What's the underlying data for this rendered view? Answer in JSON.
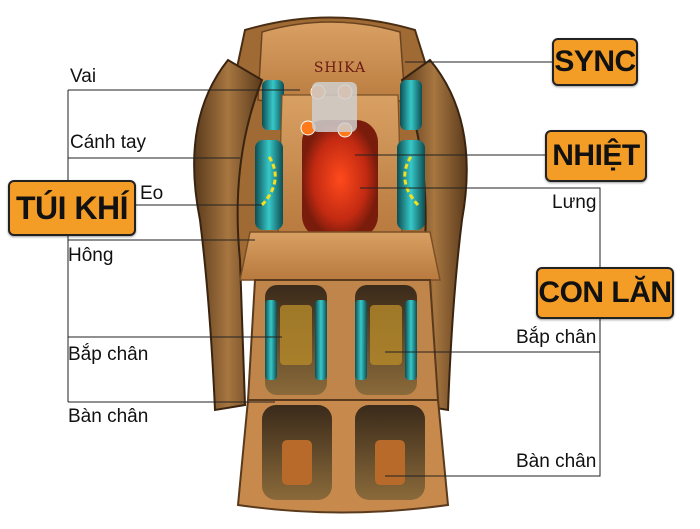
{
  "brand_text": "SHIKA",
  "badges": {
    "sync": "SYNC",
    "nhiet": "NHIỆT",
    "tui_khi": "TÚI KHÍ",
    "con_lan": "CON LĂN"
  },
  "labels": {
    "vai": "Vai",
    "canh_tay": "Cánh tay",
    "eo": "Eo",
    "hong": "Hông",
    "bap_chan_left": "Bắp chân",
    "ban_chan_left": "Bàn chân",
    "lung": "Lưng",
    "bap_chan_right": "Bắp chân",
    "ban_chan_right": "Bàn chân"
  },
  "colors": {
    "badge": "#f39c26",
    "chair_tan": "#c98a4a",
    "chair_bronze": "#8a5a2e",
    "heat_red": "#d9331a",
    "airbag_teal": "#2fb3b3"
  }
}
